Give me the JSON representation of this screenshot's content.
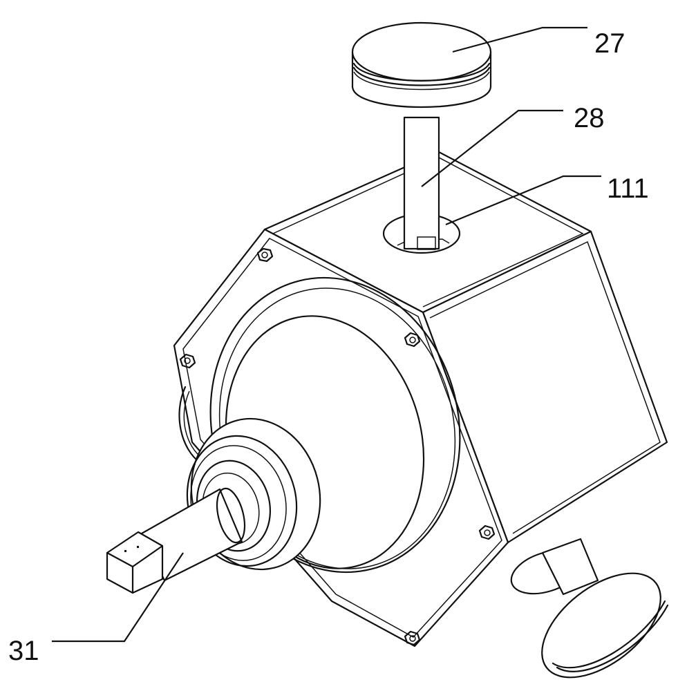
{
  "callouts": {
    "c27": "27",
    "c28": "28",
    "c111": "111",
    "c31": "31"
  },
  "colors": {
    "line": "#111111",
    "background": "#ffffff"
  }
}
